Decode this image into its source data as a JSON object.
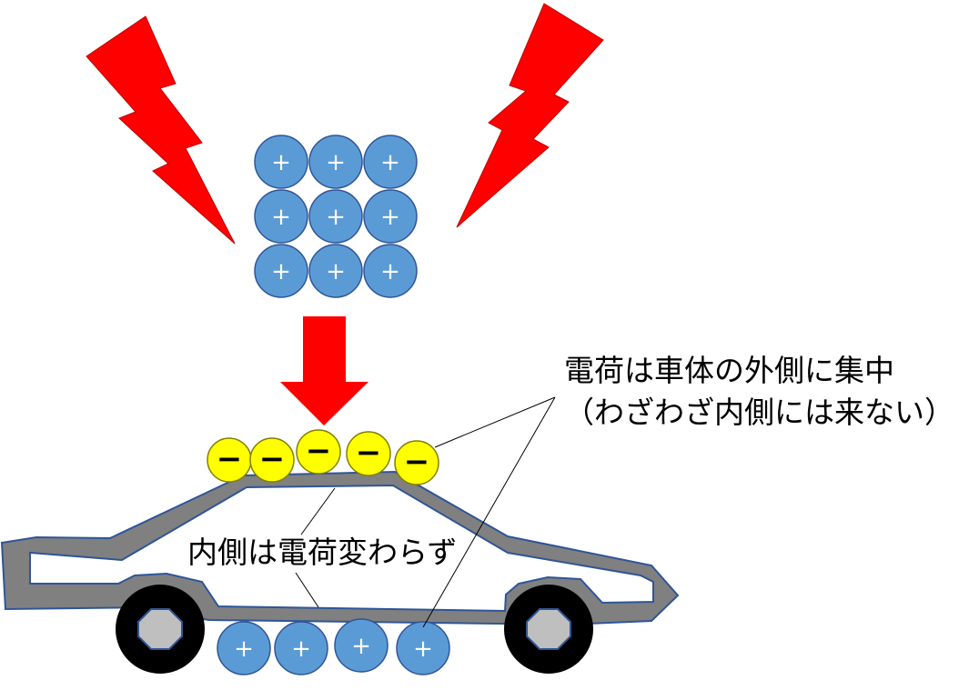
{
  "labels": {
    "outer_line1": "電荷は車体の外側に集中",
    "outer_line2": "（わざわざ内側には来ない）",
    "inner": "内側は電荷変わらず"
  },
  "charges": {
    "positive_symbol": "+",
    "negative_symbol": "−",
    "cloud_positive_count": 9,
    "roof_negative_count": 5,
    "ground_positive_count": 4
  },
  "colors": {
    "lightning": "#ff0000",
    "arrow": "#ff0000",
    "positive_fill": "#5b9bd5",
    "positive_stroke": "#2f5597",
    "negative_fill": "#ffff00",
    "car_body": "#808080",
    "car_outline": "#2f5597",
    "tire": "#000000",
    "hubcap": "#bfbfbf"
  },
  "icons": {
    "lightning": "lightning-bolt-icon",
    "arrow": "down-arrow-icon",
    "car": "car-icon"
  }
}
